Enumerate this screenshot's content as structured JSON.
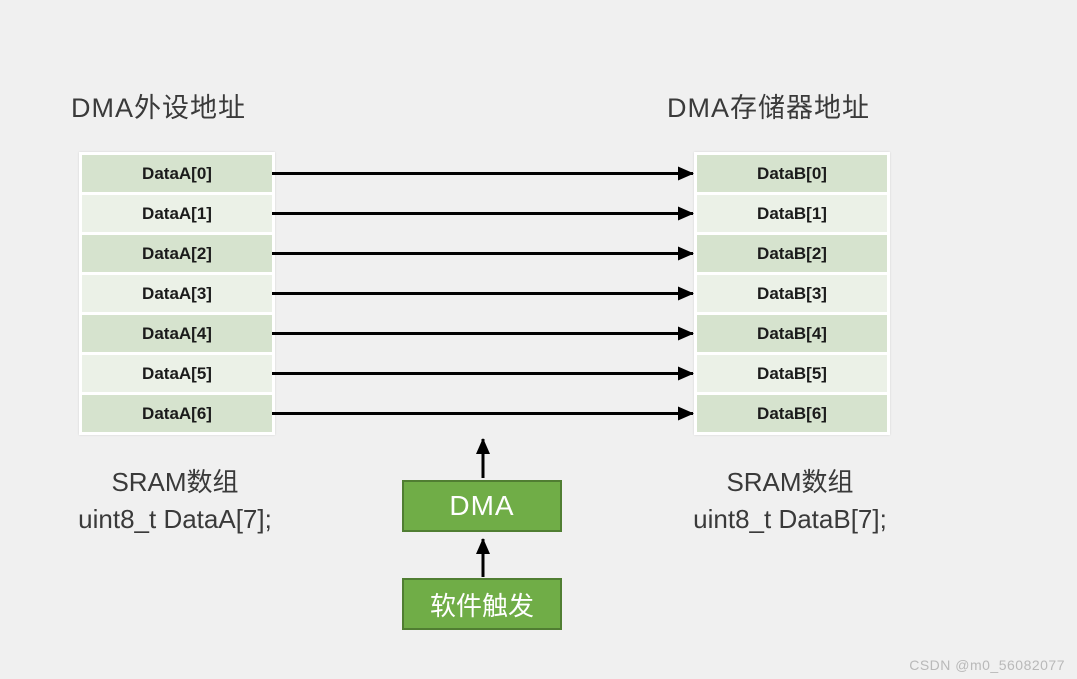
{
  "titles": {
    "left": "DMA外设地址",
    "right": "DMA存储器地址"
  },
  "left_table": {
    "rows": [
      "DataA[0]",
      "DataA[1]",
      "DataA[2]",
      "DataA[3]",
      "DataA[4]",
      "DataA[5]",
      "DataA[6]"
    ]
  },
  "right_table": {
    "rows": [
      "DataB[0]",
      "DataB[1]",
      "DataB[2]",
      "DataB[3]",
      "DataB[4]",
      "DataB[5]",
      "DataB[6]"
    ]
  },
  "captions": {
    "left_line1": "SRAM数组",
    "left_line2": "uint8_t DataA[7];",
    "right_line1": "SRAM数组",
    "right_line2": "uint8_t DataB[7];"
  },
  "dma_box": {
    "label": "DMA"
  },
  "trigger_box": {
    "label": "软件触发"
  },
  "watermark": "CSDN @m0_56082077",
  "colors": {
    "background": "#f0f0f0",
    "row_dark_green": "#d6e3ce",
    "row_light_green": "#ebf1e7",
    "box_green": "#70ad47",
    "box_border_green": "#507e32",
    "arrow_black": "#000000",
    "watermark_gray": "#b9b9b9"
  }
}
